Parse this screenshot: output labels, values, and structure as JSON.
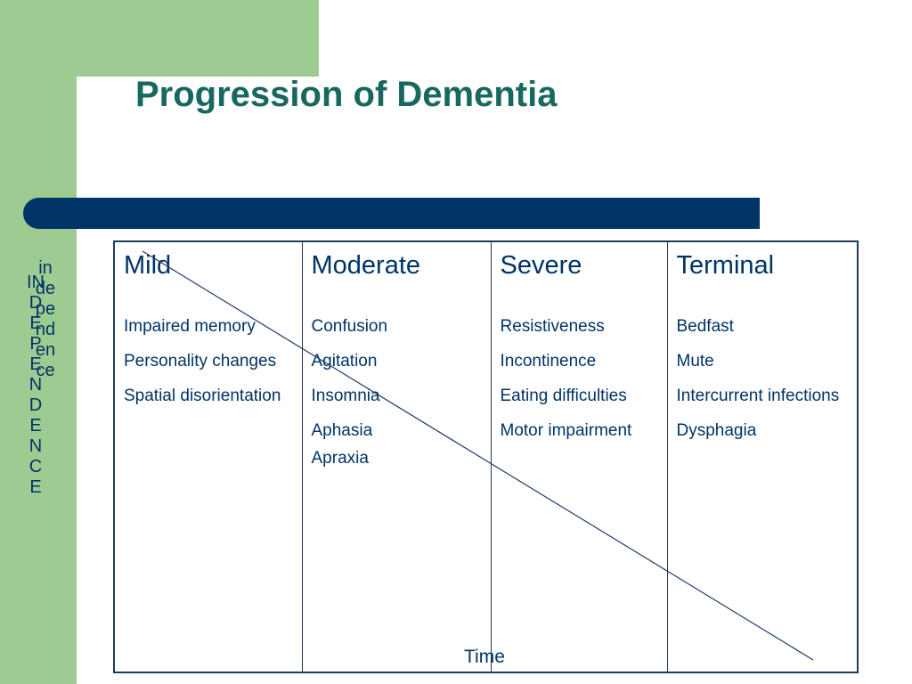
{
  "title": "Progression of Dementia",
  "vertical_labels": {
    "left": "INDEPENDENCE",
    "right": "independence"
  },
  "stages": [
    {
      "name": "Mild",
      "items": [
        "Impaired memory",
        "Personality changes",
        "Spatial disorientation"
      ]
    },
    {
      "name": "Moderate",
      "items": [
        "Confusion",
        "Agitation",
        "Insomnia",
        "Aphasia",
        "Apraxia"
      ]
    },
    {
      "name": "Severe",
      "items": [
        "Resistiveness",
        "Incontinence",
        "Eating difficulties",
        "Motor impairment"
      ]
    },
    {
      "name": "Terminal",
      "items": [
        "Bedfast",
        "Mute",
        "Intercurrent infections",
        "Dysphagia"
      ]
    }
  ],
  "axis_label": "Time",
  "colors": {
    "green": "#9ecb91",
    "title": "#17685f",
    "navy": "#003466"
  }
}
